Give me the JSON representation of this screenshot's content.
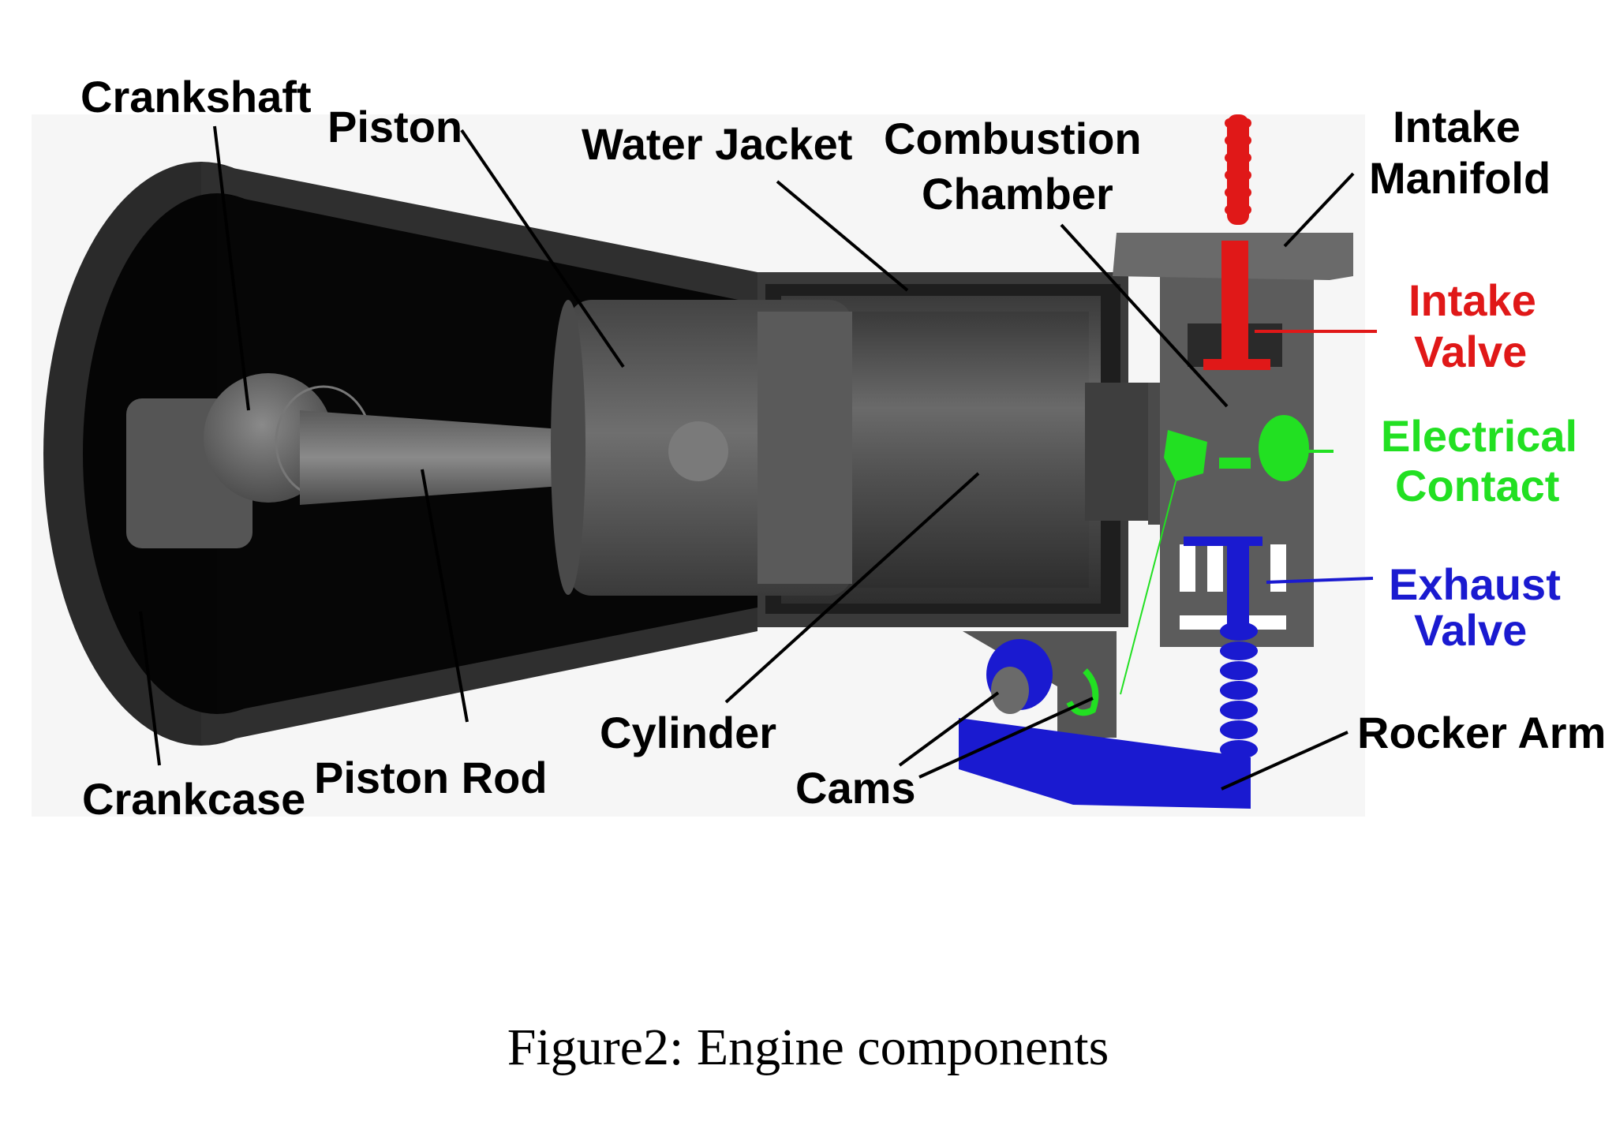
{
  "caption": "Figure2: Engine components",
  "labels": {
    "crankshaft": "Crankshaft",
    "piston": "Piston",
    "water_jacket": "Water Jacket",
    "combustion_chamber": [
      "Combustion",
      "Chamber"
    ],
    "intake_manifold": [
      "Intake",
      "Manifold"
    ],
    "intake_valve": [
      "Intake",
      "Valve"
    ],
    "electrical_contact": [
      "Electrical",
      "Contact"
    ],
    "exhaust_valve": [
      "Exhaust",
      "Valve"
    ],
    "rocker_arm": "Rocker Arm",
    "cams": "Cams",
    "cylinder": "Cylinder",
    "piston_rod": "Piston Rod",
    "crankcase": "Crankcase"
  },
  "colors": {
    "intake": "#e01818",
    "electrical": "#22e022",
    "exhaust": "#1a1ad0",
    "label_default": "#000000"
  }
}
